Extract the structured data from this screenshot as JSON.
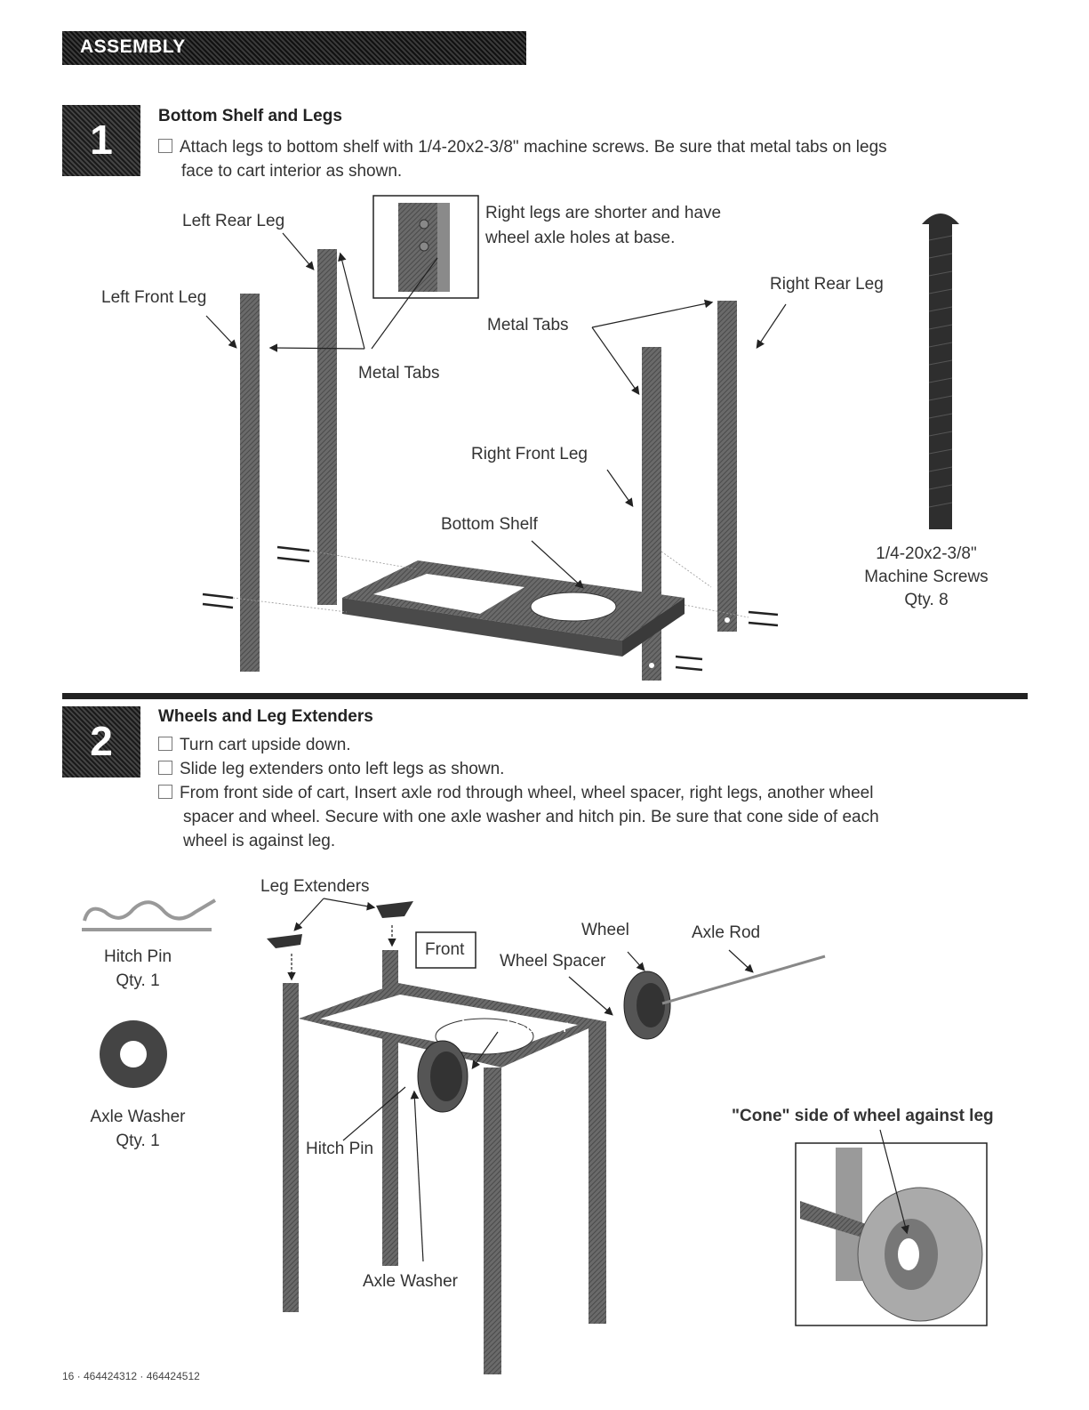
{
  "header": {
    "title": "ASSEMBLY"
  },
  "step1": {
    "number": "1",
    "title": "Bottom Shelf and Legs",
    "instructions": [
      "Attach legs to bottom shelf with 1/4-20x2-3/8\" machine screws.  Be sure that metal tabs on legs",
      "face to cart interior as shown."
    ],
    "labels": {
      "left_rear_leg": "Left Rear Leg",
      "left_front_leg": "Left Front Leg",
      "metal_tabs_left": "Metal Tabs",
      "right_legs_note_1": "Right legs are shorter and have",
      "right_legs_note_2": "wheel axle holes at base.",
      "metal_tabs_right": "Metal Tabs",
      "right_rear_leg": "Right Rear Leg",
      "right_front_leg": "Right Front Leg",
      "bottom_shelf": "Bottom Shelf",
      "screw_spec": "1/4-20x2-3/8\"",
      "screw_name": "Machine Screws",
      "screw_qty": "Qty. 8"
    }
  },
  "step2": {
    "number": "2",
    "title": "Wheels and Leg Extenders",
    "instructions": [
      "Turn cart upside down.",
      "Slide leg extenders onto left legs as shown.",
      "From front side of cart, Insert axle rod through wheel, wheel spacer, right legs, another wheel",
      "spacer and wheel.  Secure with one axle washer and hitch pin.  Be sure that cone side of each",
      "wheel is against leg."
    ],
    "labels": {
      "leg_extenders": "Leg Extenders",
      "hitch_pin_name": "Hitch Pin",
      "hitch_pin_qty": "Qty. 1",
      "axle_washer_name": "Axle Washer",
      "axle_washer_qty": "Qty. 1",
      "front": "Front",
      "wheel": "Wheel",
      "axle_rod": "Axle Rod",
      "wheel_spacer_outer": "Wheel Spacer",
      "wheel_spacer_inner": "Wheel Spacer",
      "hitch_pin_callout": "Hitch Pin",
      "axle_washer_callout": "Axle Washer",
      "cone_note": "\"Cone\" side of wheel against leg"
    }
  },
  "footer": {
    "text": "16 · 464424312 · 464424512"
  },
  "colors": {
    "part_fill": "#5a5a5a",
    "part_dark": "#2e2e2e",
    "header_bg": "#1a1a1a"
  }
}
